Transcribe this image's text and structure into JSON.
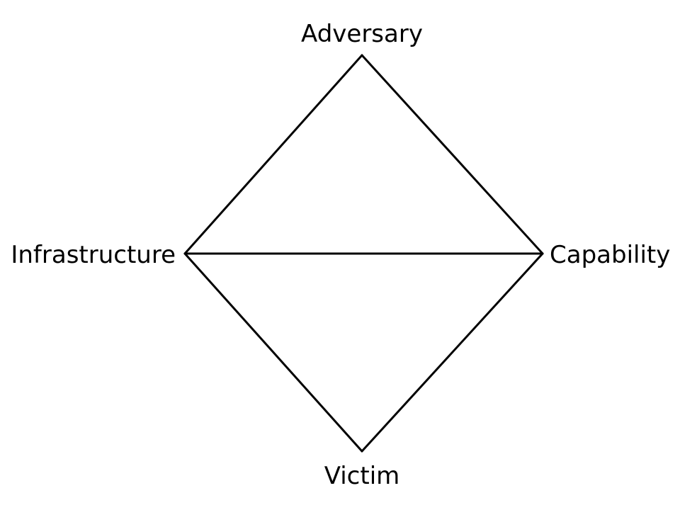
{
  "diagram": {
    "nodes": {
      "adversary": "Adversary",
      "infrastructure": "Infrastructure",
      "capability": "Capability",
      "victim": "Victim"
    },
    "edges": [
      [
        "adversary",
        "infrastructure"
      ],
      [
        "adversary",
        "capability"
      ],
      [
        "infrastructure",
        "capability"
      ],
      [
        "infrastructure",
        "victim"
      ],
      [
        "capability",
        "victim"
      ]
    ],
    "line_color": "#000000",
    "background_color": "#ffffff"
  }
}
